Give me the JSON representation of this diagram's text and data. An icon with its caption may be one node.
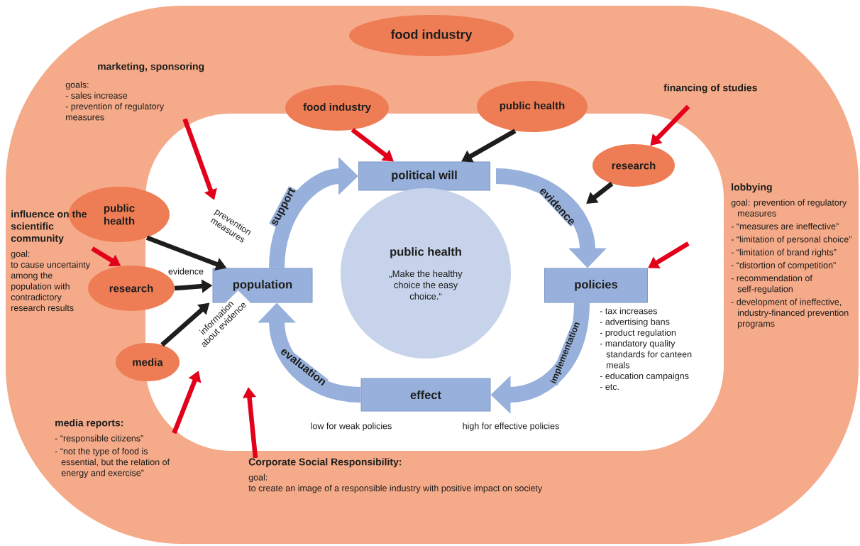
{
  "diagram": {
    "nodes": [
      {
        "text": [
          "food industry"
        ]
      },
      {
        "text": [
          "food industry"
        ]
      },
      {
        "text": [
          "public health"
        ]
      },
      {
        "text": [
          "research"
        ]
      },
      {
        "text": [
          "public health"
        ]
      },
      {
        "text": [
          "research"
        ]
      },
      {
        "text": [
          "media"
        ]
      },
      {
        "text": [
          "political will"
        ]
      },
      {
        "text": [
          "population"
        ]
      },
      {
        "text": [
          "policies"
        ],
        "beside": [
          "- tax increases",
          "- advertising bans",
          "- product regulation",
          "- mandatory quality standards for canteen meals",
          "- education campaigns",
          "- etc."
        ]
      },
      {
        "text": [
          "effect"
        ],
        "beside": [
          "low for weak policies",
          "high for effective policies"
        ]
      },
      {
        "text": [
          "public health",
          "„Make the healthy choice the easy choice.“"
        ]
      },
      {
        "text": [
          "marketing, sponsoring",
          "goals:",
          "- sales increase",
          "- prevention of regulatory measures"
        ]
      },
      {
        "text": [
          "financing of studies"
        ]
      },
      {
        "text": [
          "influence on the scientific community",
          "goal:",
          "to cause uncertainty among the population with contradictory research results"
        ]
      },
      {
        "text": [
          "lobbying",
          "goal: prevention of regulatory measures",
          "- “measures are ineffective”",
          "- “limitation of personal choice”",
          "- “limitation of brand rights”",
          "- “distortion of competition”",
          "- recommendation of self-regulation",
          "- development of ineffective, industry-financed prevention programs"
        ]
      },
      {
        "text": [
          "media reports:",
          "- “responsible citizens”",
          "- “not the type of food is essential, but the relation of energy and exercise”"
        ]
      },
      {
        "text": [
          "Corporate Social Responsibility:",
          "goal:",
          "to create an image of a responsible industry with positive impact on society"
        ]
      }
    ],
    "edges": [
      {
        "from": 12,
        "to": null,
        "arrow": "to",
        "color": "#e2001a"
      },
      {
        "from": 13,
        "to": 3,
        "arrow": "to",
        "color": "#e2001a"
      },
      {
        "from": 14,
        "to": 5,
        "arrow": "to",
        "color": "#e2001a"
      },
      {
        "from": 15,
        "to": 9,
        "arrow": "to",
        "color": "#e2001a"
      },
      {
        "from": 16,
        "to": null,
        "arrow": "to",
        "color": "#e2001a"
      },
      {
        "from": 17,
        "to": null,
        "arrow": "to",
        "color": "#e2001a"
      },
      {
        "from": 1,
        "to": 7,
        "arrow": "to",
        "color": "#e2001a"
      },
      {
        "from": 2,
        "to": 7,
        "arrow": "to",
        "color": "#1d1d1b"
      },
      {
        "from": 3,
        "to": null,
        "arrow": "to",
        "color": "#1d1d1b"
      },
      {
        "from": 4,
        "to": 8,
        "arrow": "to",
        "label": "prevention measures",
        "color": "#1d1d1b"
      },
      {
        "from": 5,
        "to": 8,
        "arrow": "to",
        "label": "evidence",
        "color": "#1d1d1b"
      },
      {
        "from": 6,
        "to": 8,
        "arrow": "to",
        "label": "information about evidence",
        "color": "#1d1d1b"
      },
      {
        "from": 8,
        "to": 7,
        "arrow": "to",
        "label": "support",
        "style": "thick",
        "color": "#97b1dc"
      },
      {
        "from": 7,
        "to": 9,
        "arrow": "to",
        "label": "evidence",
        "style": "thick",
        "color": "#97b1dc"
      },
      {
        "from": 9,
        "to": 10,
        "arrow": "to",
        "label": "implementation",
        "style": "thick",
        "color": "#97b1dc"
      },
      {
        "from": 10,
        "to": 8,
        "arrow": "to",
        "label": "evaluation",
        "style": "thick",
        "color": "#97b1dc"
      }
    ]
  }
}
